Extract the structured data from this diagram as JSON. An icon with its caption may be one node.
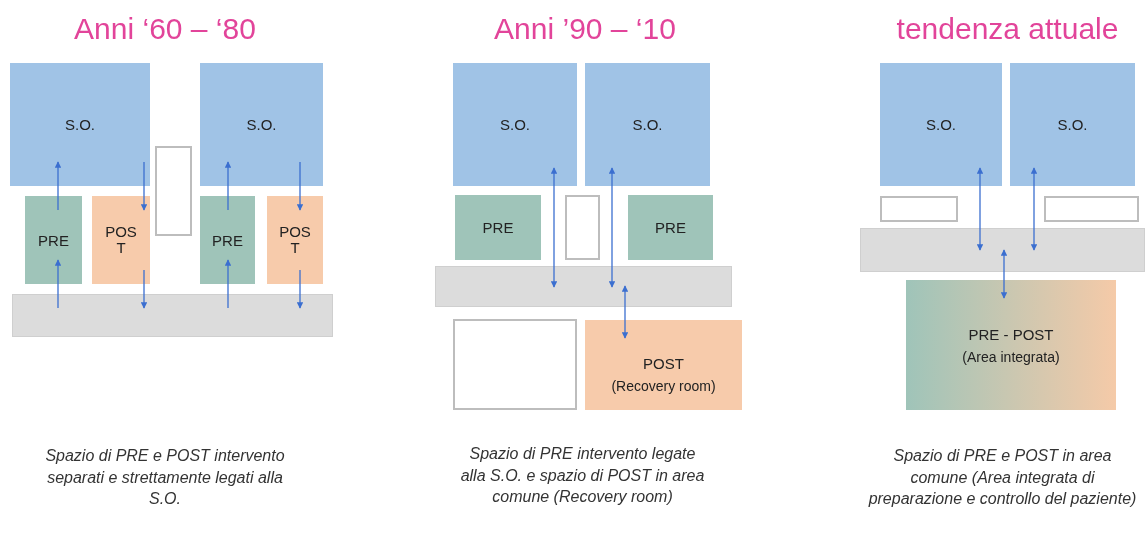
{
  "diagram": {
    "nodes": [
      {
        "text": [
          "S.O."
        ]
      },
      {
        "text": [
          "S.O."
        ]
      },
      {
        "text": [],
        "shape": "box"
      },
      {
        "text": [
          "PRE"
        ]
      },
      {
        "text": [
          "POST"
        ]
      },
      {
        "text": [
          "PRE"
        ]
      },
      {
        "text": [
          "POST"
        ]
      },
      {
        "text": [],
        "shape": "bar"
      },
      {
        "text": [
          "S.O."
        ]
      },
      {
        "text": [
          "S.O."
        ]
      },
      {
        "text": [
          "PRE"
        ]
      },
      {
        "text": [],
        "shape": "box"
      },
      {
        "text": [
          "PRE"
        ]
      },
      {
        "text": [],
        "shape": "bar"
      },
      {
        "text": [],
        "shape": "box"
      },
      {
        "text": [
          "POST",
          "(Recovery room)"
        ]
      },
      {
        "text": [
          "S.O."
        ]
      },
      {
        "text": [
          "S.O."
        ]
      },
      {
        "text": [],
        "shape": "box"
      },
      {
        "text": [],
        "shape": "box"
      },
      {
        "text": [],
        "shape": "bar"
      },
      {
        "text": [
          "PRE - POST",
          "(Area integrata)"
        ]
      }
    ],
    "edges": [
      {
        "from": 7,
        "to": 3,
        "arrow": "to"
      },
      {
        "from": 3,
        "to": 0,
        "arrow": "to"
      },
      {
        "from": 0,
        "to": 4,
        "arrow": "to"
      },
      {
        "from": 4,
        "to": 7,
        "arrow": "to"
      },
      {
        "from": 7,
        "to": 5,
        "arrow": "to"
      },
      {
        "from": 5,
        "to": 1,
        "arrow": "to"
      },
      {
        "from": 1,
        "to": 6,
        "arrow": "to"
      },
      {
        "from": 6,
        "to": 7,
        "arrow": "to"
      },
      {
        "from": 8,
        "to": 13,
        "arrow": "both"
      },
      {
        "from": 9,
        "to": 13,
        "arrow": "both"
      },
      {
        "from": 13,
        "to": 15,
        "arrow": "both"
      },
      {
        "from": 16,
        "to": 20,
        "arrow": "both"
      },
      {
        "from": 17,
        "to": 20,
        "arrow": "both"
      },
      {
        "from": 20,
        "to": 21,
        "arrow": "both"
      }
    ],
    "labels": [
      "Anni ‘60 – ‘80",
      "Anni ’90 – ‘10",
      "tendenza attuale",
      "Spazio di PRE e POST intervento separati e strettamente legati alla S.O.",
      "Spazio di PRE intervento legate alla S.O. e spazio di POST in area comune (Recovery room)",
      "Spazio di PRE e POST in area comune (Area integrata di preparazione e controllo del paziente)"
    ]
  }
}
